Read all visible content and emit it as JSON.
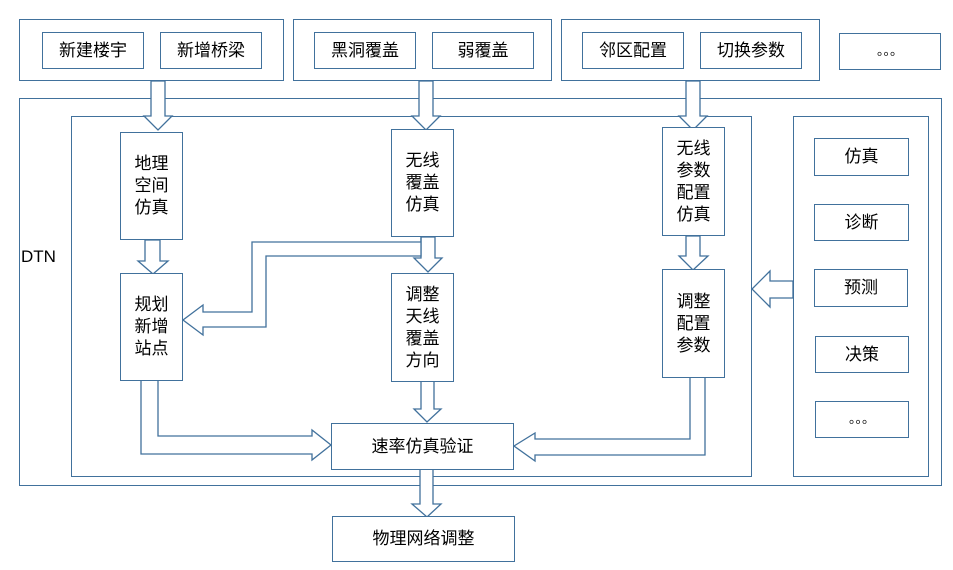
{
  "diagram": {
    "colors": {
      "stroke": "#41719c",
      "fill": "#ffffff",
      "text": "#000000"
    },
    "top_groups": [
      {
        "items": [
          "新建楼宇",
          "新增桥梁"
        ]
      },
      {
        "items": [
          "黑洞覆盖",
          "弱覆盖"
        ]
      },
      {
        "items": [
          "邻区配置",
          "切换参数"
        ]
      }
    ],
    "top_ellipsis": "。。。",
    "dtn_label": "DTN",
    "flow": {
      "geo_sim": "地理空间仿真",
      "plan_sites": "规划新增站点",
      "wireless_cov_sim": "无线覆盖仿真",
      "adjust_antenna": "调整天线覆盖方向",
      "wireless_param_sim": "无线参数配置仿真",
      "adjust_params": "调整配置参数",
      "rate_verify": "速率仿真验证",
      "physical_adjust": "物理网络调整"
    },
    "capabilities": [
      "仿真",
      "诊断",
      "预测",
      "决策",
      "。。。"
    ]
  }
}
